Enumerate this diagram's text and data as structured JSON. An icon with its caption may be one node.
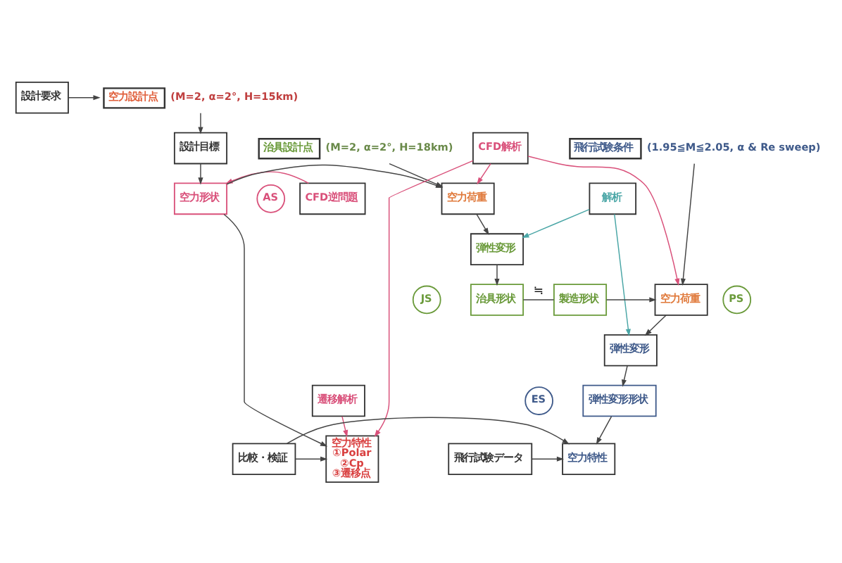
{
  "diagram": {
    "nodes": [
      {
        "text": [
          "設計要求"
        ]
      },
      {
        "text": [
          "空力設計点"
        ],
        "beside": [
          "(M=2, α=2°, H=15km)"
        ]
      },
      {
        "text": [
          "設計目標"
        ]
      },
      {
        "text": [
          "CFD逆問題"
        ]
      },
      {
        "text": [
          "AS"
        ]
      },
      {
        "text": [
          "空力形状"
        ]
      },
      {
        "text": [
          "治具設計点"
        ],
        "beside": [
          "(M=2, α=2°, H=18km)"
        ]
      },
      {
        "text": [
          "空力荷重"
        ]
      },
      {
        "text": [
          "解析"
        ]
      },
      {
        "text": [
          "弾性変形"
        ]
      },
      {
        "text": [
          "JS"
        ]
      },
      {
        "text": [
          "治具形状"
        ]
      },
      {
        "text": [
          "PS"
        ]
      },
      {
        "text": [
          "製造形状"
        ]
      },
      {
        "text": [
          "飛行試験条件"
        ],
        "beside": [
          "(1.95≦M≦2.05, α & Re sweep)"
        ]
      },
      {
        "text": [
          "空力荷重"
        ]
      },
      {
        "text": [
          "CFD解析"
        ]
      },
      {
        "text": [
          "遷移解析"
        ]
      },
      {
        "text": [
          "弾性変形"
        ]
      },
      {
        "text": [
          "ES"
        ]
      },
      {
        "text": [
          "弾性変形形状"
        ]
      },
      {
        "text": [
          "空力特性",
          "①Polar",
          "②Cp",
          "③遷移点"
        ]
      },
      {
        "text": [
          "比較・検証"
        ]
      },
      {
        "text": [
          "空力特性"
        ]
      },
      {
        "text": [
          "飛行試験データ"
        ]
      }
    ],
    "edges": [
      {
        "from": 0,
        "to": 1,
        "arrow": "to"
      },
      {
        "from": 1,
        "to": 2,
        "arrow": "to"
      },
      {
        "from": 2,
        "to": 5,
        "arrow": "to"
      },
      {
        "from": 3,
        "to": 5,
        "arrow": "to",
        "color": "#d9507a"
      },
      {
        "from": 5,
        "to": 7,
        "arrow": "to"
      },
      {
        "from": 5,
        "to": 21,
        "arrow": "to"
      },
      {
        "from": 6,
        "to": 7,
        "arrow": "to"
      },
      {
        "from": 7,
        "to": 9,
        "arrow": "to"
      },
      {
        "from": 8,
        "to": 9,
        "arrow": "to",
        "color": "#4aa6a6"
      },
      {
        "from": 8,
        "to": 18,
        "arrow": "to",
        "color": "#4aa6a6"
      },
      {
        "from": 9,
        "to": 11,
        "arrow": "to"
      },
      {
        "from": 11,
        "to": 13,
        "arrow": "none",
        "label": "≒"
      },
      {
        "from": 13,
        "to": 15,
        "arrow": "to"
      },
      {
        "from": 14,
        "to": 15,
        "arrow": "to"
      },
      {
        "from": 16,
        "to": 7,
        "arrow": "to",
        "color": "#d9507a"
      },
      {
        "from": 16,
        "to": 15,
        "arrow": "to",
        "color": "#d9507a"
      },
      {
        "from": 16,
        "to": 21,
        "arrow": "to",
        "color": "#d9507a"
      },
      {
        "from": 17,
        "to": 21,
        "arrow": "to",
        "color": "#d9507a"
      },
      {
        "from": 15,
        "to": 18,
        "arrow": "to"
      },
      {
        "from": 18,
        "to": 20,
        "arrow": "to"
      },
      {
        "from": 20,
        "to": 23,
        "arrow": "to"
      },
      {
        "from": 24,
        "to": 23,
        "arrow": "to"
      },
      {
        "from": 22,
        "to": 21,
        "arrow": "to"
      },
      {
        "from": 22,
        "to": 23,
        "arrow": "to"
      }
    ]
  }
}
